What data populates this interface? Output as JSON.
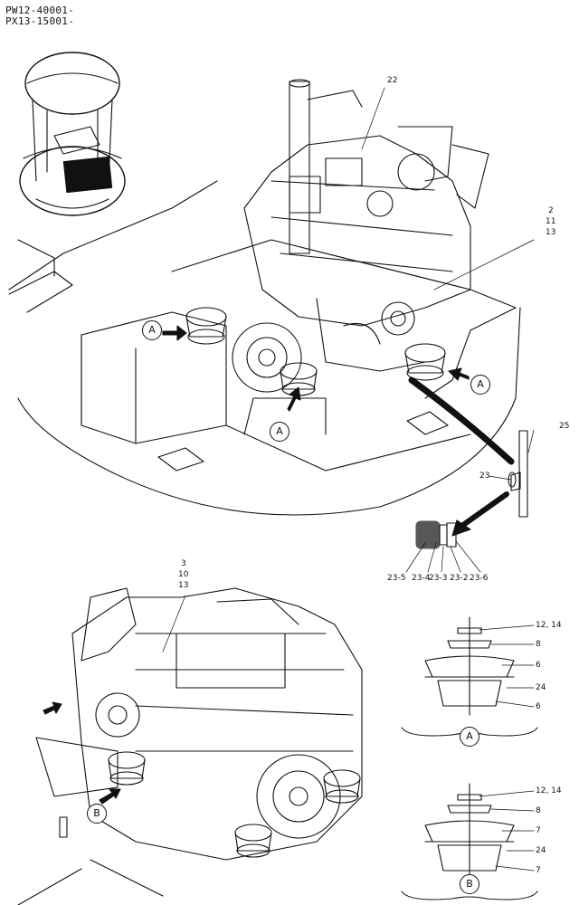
{
  "header": {
    "serial_1": "PW12-40001-",
    "serial_2": "PX13-15001-"
  },
  "callouts": {
    "upper_engine": "22",
    "mount_group_1": "2",
    "mount_group_2": "11",
    "mount_group_3": "13",
    "bracket": "25",
    "sensor": "23",
    "sensor_sub": [
      "23-5",
      "23-4",
      "23-3",
      "23-2",
      "23-6"
    ],
    "lower_group_1": "3",
    "lower_group_2": "10",
    "lower_group_3": "13"
  },
  "detail_a": {
    "parts": [
      "12, 14",
      "8",
      "6",
      "24",
      "6"
    ],
    "view_label": "A"
  },
  "detail_b": {
    "parts": [
      "12, 14",
      "8",
      "7",
      "24",
      "7"
    ],
    "view_label": "B"
  },
  "view_markers": {
    "a": "A",
    "b": "B"
  }
}
